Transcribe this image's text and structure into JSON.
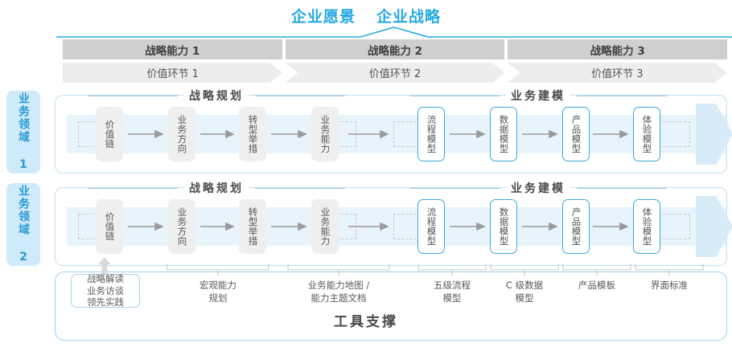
{
  "titles": {
    "vision": "企业愿景",
    "strategy": "企业战略"
  },
  "capability_header": [
    {
      "label": "战略能力 1"
    },
    {
      "label": "战略能力 2"
    },
    {
      "label": "战略能力 3"
    }
  ],
  "value_links": [
    {
      "label": "价值环节 1"
    },
    {
      "label": "价值环节 2"
    },
    {
      "label": "价值环节 3"
    }
  ],
  "domains": [
    {
      "label": "业务领域 1"
    },
    {
      "label": "业务领域 2"
    }
  ],
  "sections": {
    "planning": "战略规划",
    "modeling": "业务建模"
  },
  "nodes": {
    "planning": [
      {
        "label": "价值链",
        "style": "gray"
      },
      {
        "label": "业务方向",
        "style": "gray"
      },
      {
        "label": "转型举措",
        "style": "gray"
      },
      {
        "label": "业务能力",
        "style": "gray"
      }
    ],
    "modeling": [
      {
        "label": "流程模型",
        "style": "blue"
      },
      {
        "label": "数据模型",
        "style": "blue"
      },
      {
        "label": "产品模型",
        "style": "blue"
      },
      {
        "label": "体验模型",
        "style": "blue"
      }
    ]
  },
  "bottom_labels": [
    {
      "label": "战略解读\n业务访谈\n领先实践",
      "highlighted": true
    },
    {
      "label": "宏观能力\n规划"
    },
    {
      "label": "业务能力地图 /\n能力主题文档"
    },
    {
      "label": "五级流程\n模型"
    },
    {
      "label": "C 级数据\n模型"
    },
    {
      "label": "产品模板"
    },
    {
      "label": "界面标准"
    }
  ],
  "footer": {
    "label": "工具支撑"
  },
  "colors": {
    "accent": "#27a9e0",
    "node_blue_border": "#3ba9dd",
    "band": "#e8f4fb",
    "band_arrow": "#d7ecf8",
    "cap_header_bg": "#cfcfcf",
    "value_link_bg": "#ededed",
    "domain_tag_bg": "#cfeafa"
  }
}
